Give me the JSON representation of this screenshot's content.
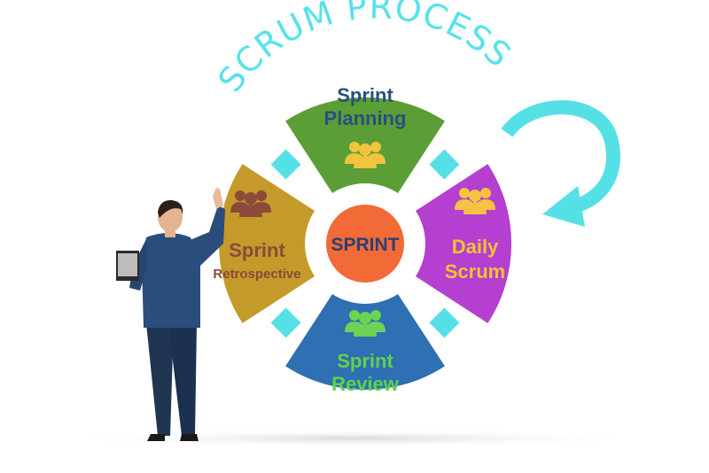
{
  "title": "SCRUM PROCESS",
  "center": {
    "label": "SPRINT",
    "color": "#f26a36"
  },
  "segments": [
    {
      "id": "sprint-planning",
      "lines": [
        "Sprint",
        "Planning"
      ],
      "color": "#5a9e35",
      "text_color": "#2a4f80",
      "icon_color": "#f2c43c",
      "icon": "team-icon"
    },
    {
      "id": "daily-scrum",
      "lines": [
        "Daily",
        "Scrum"
      ],
      "color": "#b43fd0",
      "text_color": "#f4c233",
      "icon_color": "#f5c242",
      "icon": "team-icon"
    },
    {
      "id": "sprint-review",
      "lines": [
        "Sprint",
        "Review"
      ],
      "color": "#2f6fb3",
      "text_color": "#5fd24a",
      "icon_color": "#6cd454",
      "icon": "team-icon"
    },
    {
      "id": "sprint-retrospective",
      "lines": [
        "Sprint",
        "Retrospective"
      ],
      "color": "#c49a2a",
      "text_color": "#8b4a3a",
      "icon_color": "#8b4a3a",
      "icon": "team-icon"
    }
  ],
  "accent_color": "#55e0e6",
  "arrow_icon": "cycle-arrow-icon",
  "person": {
    "icon": "businessman-with-laptop"
  }
}
